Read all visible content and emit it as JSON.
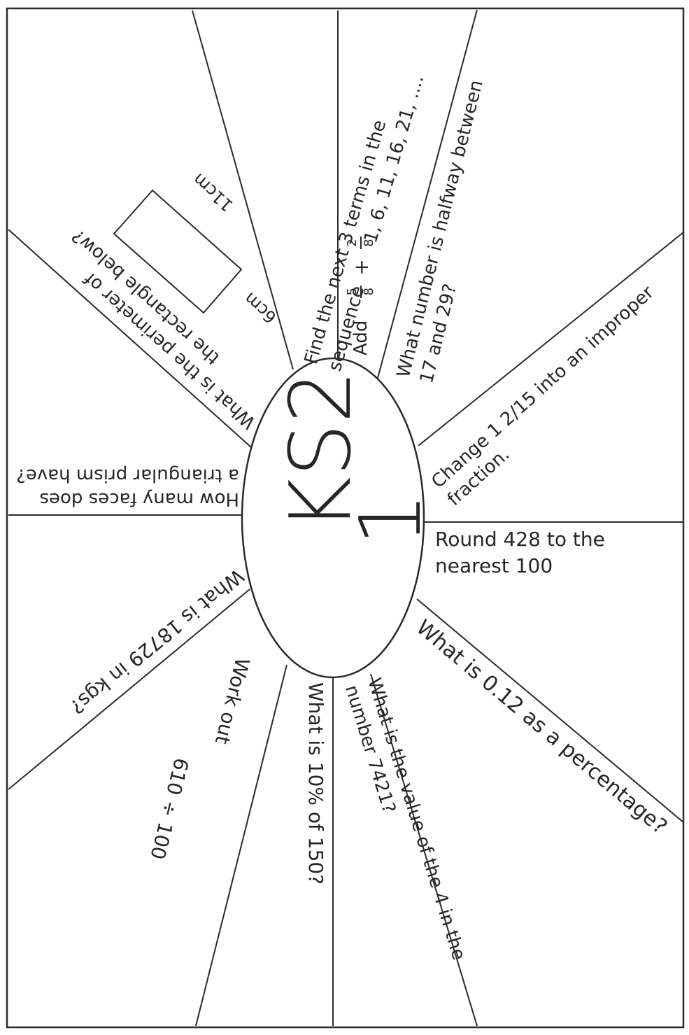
{
  "center": {
    "title": "KS2",
    "number": "1"
  },
  "questions": {
    "perimeter": {
      "line1": "What is the perimeter of",
      "line2": "the rectangle below?"
    },
    "rect_dims": {
      "length": "11cm",
      "width": "6cm"
    },
    "sequence": {
      "line1": "Find the next 3 terms in the",
      "line2": "1, 6, 11, 16, 21, ....",
      "line3": "sequence"
    },
    "add": {
      "label": "Add",
      "f1_num": "5",
      "f1_den": "8",
      "op": "+",
      "f2_num": "2",
      "f2_den": "8"
    },
    "halfway": {
      "line1": "What number is halfway between",
      "line2": "17 and 29?"
    },
    "improper": {
      "line1": "Change 1 2/15 into an improper",
      "line2": "fraction."
    },
    "round": {
      "line1": "Round 428 to the",
      "line2": "nearest 100"
    },
    "percentage": {
      "line1": "What is 0.12 as a percentage?"
    },
    "place_value": {
      "line1": "What is the value of the 4 in the",
      "line2": "number 7421?"
    },
    "percent_of": {
      "line1": "What is 10% of 150?"
    },
    "divide": {
      "line1": "Work out",
      "line2": "610 ÷ 100"
    },
    "kgs": {
      "line1": "What is 18729 in kgs?"
    },
    "faces": {
      "line1": "How many faces does",
      "line2": "a triangular prism have?"
    }
  }
}
